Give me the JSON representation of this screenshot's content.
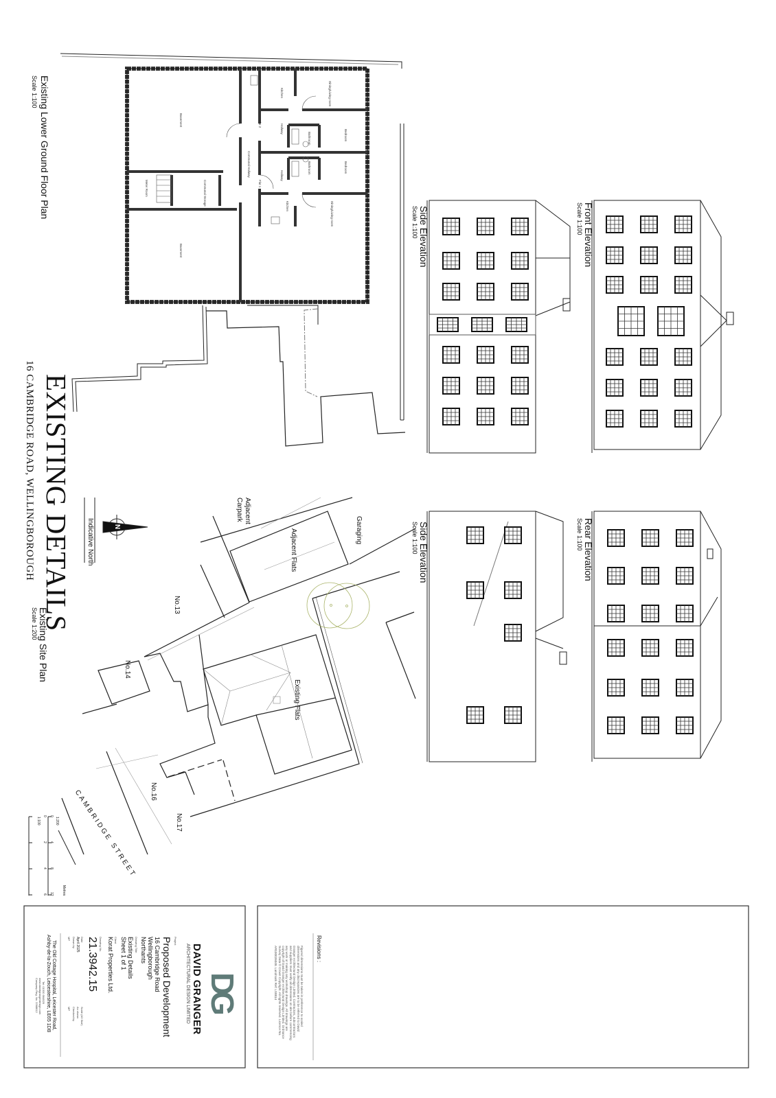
{
  "sheet": {
    "main_title": "EXISTING DETAILS",
    "address": "16 CAMBRIDGE ROAD, WELLINGBOROUGH"
  },
  "views": {
    "floor_plan": {
      "title": "Existing Lower Ground Floor Plan",
      "scale": "Scale 1:100"
    },
    "front_elevation": {
      "title": "Front Elevation",
      "scale": "Scale 1:100"
    },
    "side_elevation_1": {
      "title": "Side Elevation",
      "scale": "Scale 1:100"
    },
    "rear_elevation": {
      "title": "Rear Elevation",
      "scale": "Scale 1:100"
    },
    "side_elevation_2": {
      "title": "Side Elevation",
      "scale": "Scale 1:100"
    },
    "site_plan": {
      "title": "Existing Site Plan",
      "scale": "Scale 1:200"
    }
  },
  "floor_plan_rooms": [
    "Basement",
    "Basement",
    "Meter Room",
    "Communal Storage",
    "Communal Hallway",
    "Flat 2",
    "Flat 1",
    "Kitchen",
    "Dining/Living room",
    "Hallway",
    "Bathroom",
    "Bedroom",
    "Bedroom",
    "Bathroom",
    "Hallway",
    "Kitchen",
    "Dining/Living room"
  ],
  "site_labels": {
    "adjacent_carpark_1": "Adjacent",
    "adjacent_carpark_2": "Carpark",
    "garaging": "Garaging",
    "adjacent_flats": "Adjacent Flats",
    "no13": "No.13",
    "no14": "No.14",
    "existing_flats": "Existing Flats",
    "no16": "No.16",
    "no17": "No.17",
    "street": "CAMBRIDGE STREET"
  },
  "north": {
    "label": "Indicative North",
    "letter": "N",
    "icon": "north-arrow-icon"
  },
  "scale_bar": {
    "ratio_a": "1:100",
    "ticks_a": [
      "0",
      "2",
      "4",
      "6"
    ],
    "unit": "Metres",
    "ratio_b": "1:200",
    "ticks_b": [
      "0",
      "4",
      "8",
      "12"
    ]
  },
  "title_block": {
    "logo_text": "DG",
    "company": "DAVID GRANGER",
    "company_sub": "ARCHITECTURAL DESIGN LIMITED",
    "project_label": "Project",
    "project": "Proposed Development",
    "project_addr1": "16 Cambridge Road",
    "project_addr2": "Wellingborough",
    "project_addr3": "Northants",
    "drawing_title_label": "Drawing Title:",
    "drawing_title": "Existing Details",
    "sheet": "Sheet 1 of 1",
    "client_label": "Client",
    "client": "Korat Properties Ltd.",
    "drawing_no_label": "Drawing No.",
    "drawing_no": "21.3942.15",
    "date_label": "Date",
    "date": "April 2025",
    "drawn_by_label": "Drawn by",
    "drawn_by": "MP",
    "scale_label": "Scale (A3 Size)",
    "scale": "As shown",
    "checked_by_label": "Checked by",
    "checked_by": "MP",
    "address1": "The Old Cottage Hospital, Leicester Road,",
    "address2": "Ashby-de-la-Zouch, Leicestershire, LE65 1DB",
    "tel": "Tel: 01530 564929",
    "web": "www.davidgrangerdesign.com",
    "reg": "Company Reg. No. 3368612",
    "logo_color": "#5f7b78"
  },
  "revisions": {
    "heading": "Revisions :",
    "disclaimer": "Figured dimensions must be taken in preference to scaled dimensions and any discrepancies are to be referred to David Granger Architectural Design Limited. Contractors, subcontractors and suppliers must verify all dimensions on site before commencing any work or making any workshop drawings. All drawings are copyright of David Granger Architectural Design Limited. Ordnance Survey Data © Crown Copyright. All rights reserved. Licence No. AR100026048. Landmark Ref: LS8814"
  }
}
